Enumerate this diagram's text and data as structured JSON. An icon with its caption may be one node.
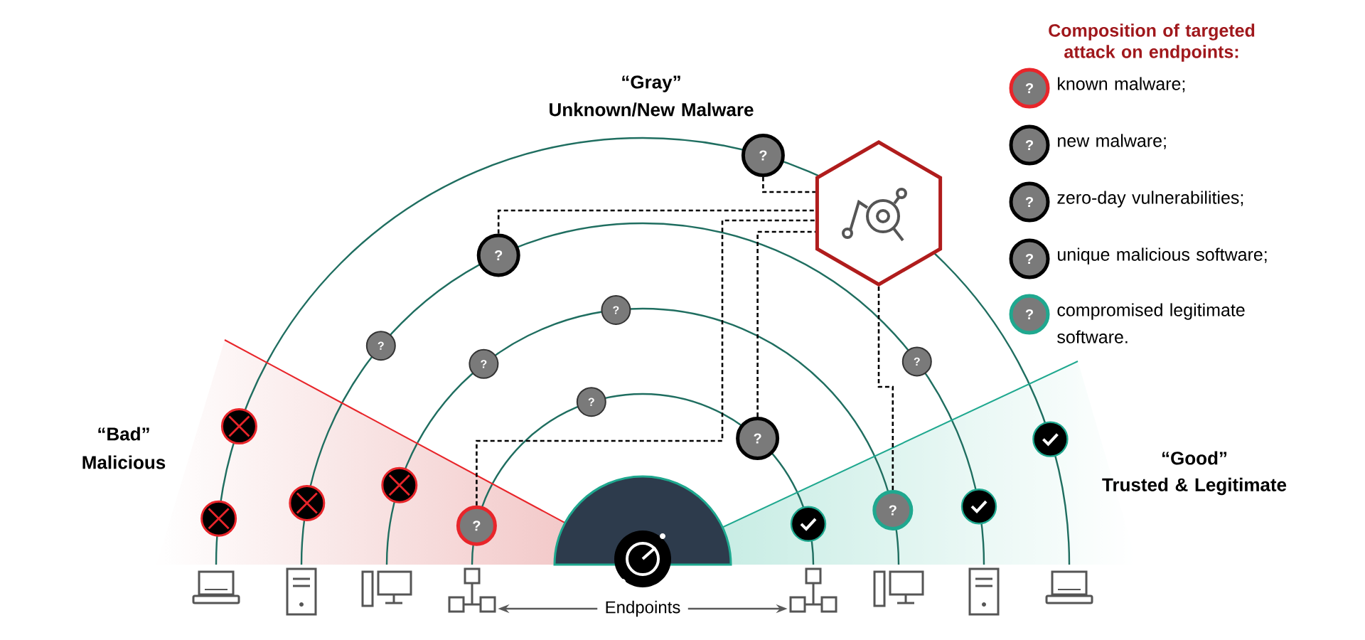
{
  "diagram": {
    "nodes": [
      {
        "text": [],
        "shape": "hexagon"
      },
      {
        "text": [
          "?"
        ]
      },
      {
        "text": [
          "?"
        ]
      },
      {
        "text": [
          "?"
        ]
      },
      {
        "text": [
          "?"
        ]
      },
      {
        "text": [
          "?"
        ]
      },
      {
        "text": [
          "?"
        ]
      },
      {
        "text": [
          "?"
        ]
      },
      {
        "text": [],
        "shape": "circle"
      },
      {
        "text": [
          "?"
        ]
      },
      {
        "text": [],
        "shape": "circle"
      },
      {
        "text": [],
        "shape": "circle"
      },
      {
        "text": [],
        "shape": "circle"
      },
      {
        "text": [],
        "shape": "circle"
      },
      {
        "text": [
          "?"
        ]
      },
      {
        "text": [],
        "shape": "circle"
      },
      {
        "text": [],
        "shape": "circle"
      },
      {
        "text": [
          "?"
        ]
      },
      {
        "text": [],
        "shape": "picture"
      },
      {
        "text": [],
        "shape": "picture"
      },
      {
        "text": [],
        "shape": "picture"
      },
      {
        "text": [],
        "shape": "picture"
      },
      {
        "text": [],
        "shape": "picture"
      },
      {
        "text": [],
        "shape": "picture"
      },
      {
        "text": [],
        "shape": "picture"
      },
      {
        "text": [],
        "shape": "picture"
      },
      {
        "text": [
          "Endpoints"
        ]
      }
    ],
    "edges": [
      {
        "from": 1,
        "to": 0,
        "arrow": "none",
        "style": "dashed"
      },
      {
        "from": 2,
        "to": 0,
        "arrow": "none",
        "style": "dashed"
      },
      {
        "from": 9,
        "to": 0,
        "arrow": "none",
        "style": "dashed"
      },
      {
        "from": 17,
        "to": 0,
        "arrow": "none",
        "style": "dashed"
      },
      {
        "from": 0,
        "to": 14,
        "arrow": "none",
        "style": "dashed"
      },
      {
        "from": 26,
        "to": 21,
        "arrow": "to",
        "color": "#595959"
      },
      {
        "from": 26,
        "to": 22,
        "arrow": "to",
        "color": "#595959"
      }
    ],
    "labels": [
      "Composition of targeted attack on endpoints:",
      "?",
      "?",
      "?",
      "?",
      "?",
      "“Gray”",
      "Unknown/New Malware",
      "“Bad”",
      "Malicious",
      "“Good”",
      "Trusted & Legitimate"
    ],
    "legend": [
      {
        "text": "known malware;"
      },
      {
        "text": "new malware;"
      },
      {
        "text": "zero-day vulnerabilities;"
      },
      {
        "text": "unique malicious software;"
      },
      {
        "text": "compromised legitimate software."
      }
    ]
  }
}
